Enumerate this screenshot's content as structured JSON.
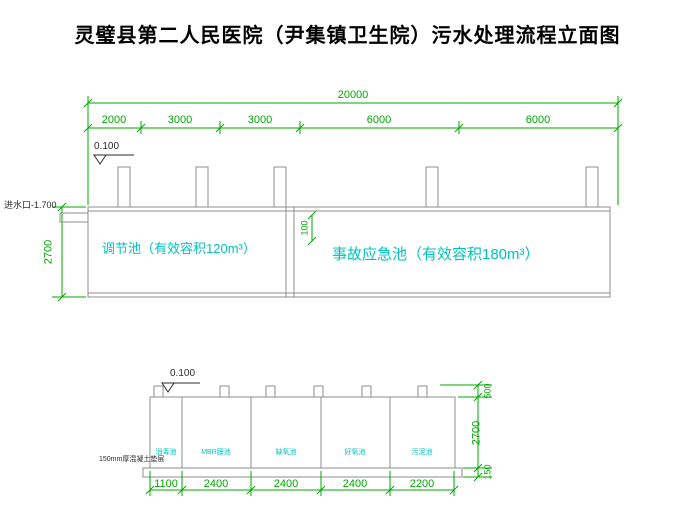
{
  "title": "灵璧县第二人民医院（尹集镇卫生院）污水处理流程立面图",
  "colors": {
    "dimension_green": "#00a800",
    "label_cyan": "#00c2c2",
    "structure_gray": "#8c8c8c"
  },
  "upper": {
    "total_dim": "20000",
    "segment_dims": [
      "2000",
      "3000",
      "3000",
      "6000",
      "6000"
    ],
    "elevation": "0.100",
    "inlet_label": "进水口-1.700",
    "left_height_dim": "2700",
    "wall_dim": "100",
    "tank1_label": "调节池（有效容积120m³）",
    "tank2_label": "事故应急池（有效容积180m³）"
  },
  "lower": {
    "elevation": "0.100",
    "note": "150mm厚混凝土垫层",
    "compartments": [
      "消毒池",
      "MBR膜池",
      "缺氧池",
      "好氧池",
      "污泥池"
    ],
    "height_dims": [
      "500",
      "2700",
      "150"
    ],
    "width_dims": [
      "1100",
      "2400",
      "2400",
      "2400",
      "2200"
    ]
  }
}
